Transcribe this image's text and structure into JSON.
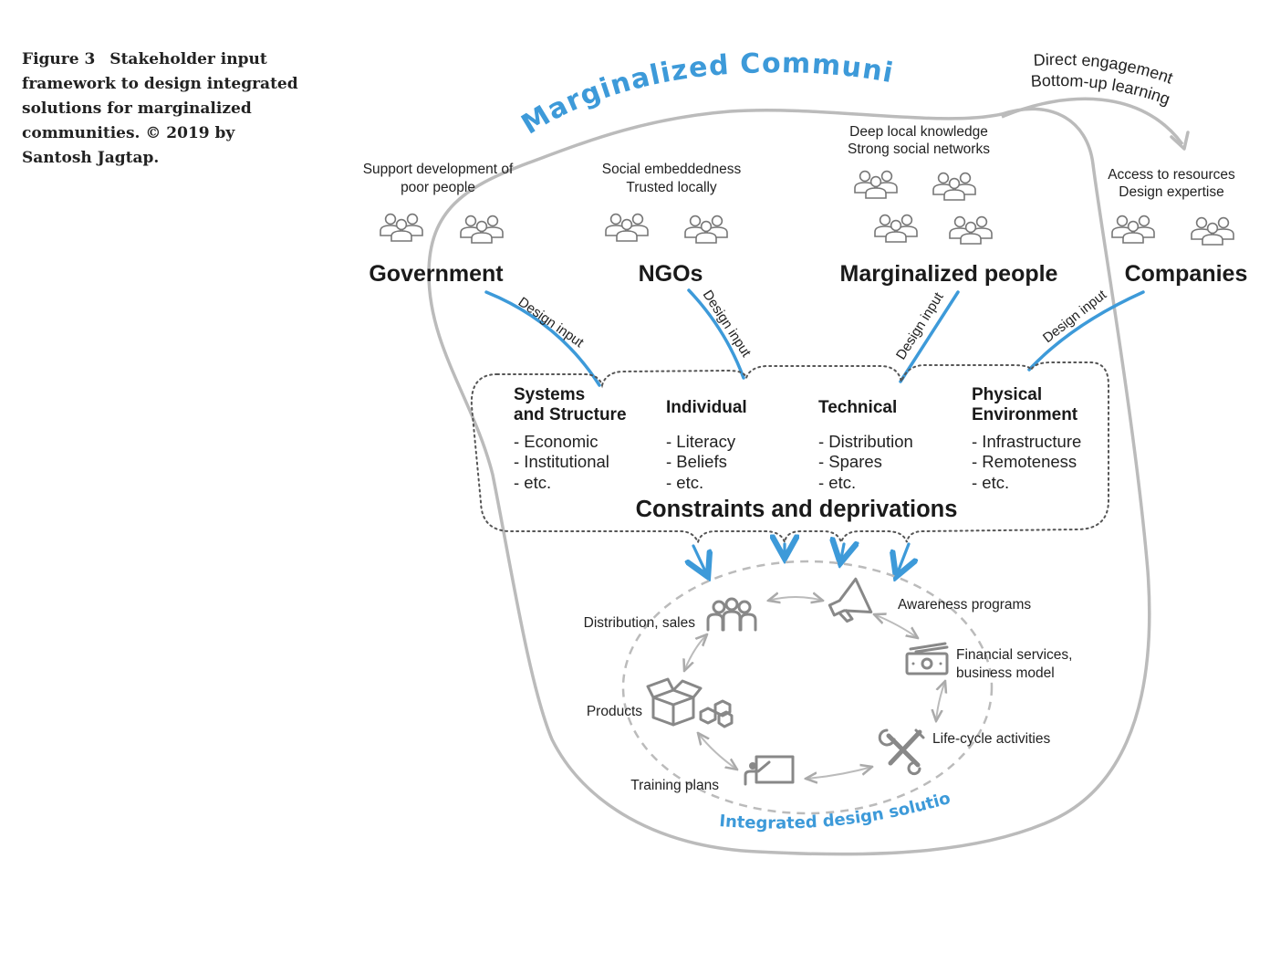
{
  "caption": {
    "label": "Figure 3",
    "text": "Stakeholder input framework to design integrated solutions for marginalized communities. © 2019 by Santosh Jagtap."
  },
  "community_label": "Marginalized Community",
  "direct_engagement": [
    "Direct engagement",
    "Bottom-up learning"
  ],
  "stakeholders": [
    {
      "name": "Government",
      "desc": [
        "Support development of",
        "poor people"
      ]
    },
    {
      "name": "NGOs",
      "desc": [
        "Social embeddedness",
        "Trusted locally"
      ]
    },
    {
      "name": "Marginalized people",
      "desc": [
        "Deep local knowledge",
        "Strong social networks"
      ]
    },
    {
      "name": "Companies",
      "desc": [
        "Access to resources",
        "Design expertise"
      ]
    }
  ],
  "design_input_label": "Design input",
  "constraints": {
    "title": "Constraints and deprivations",
    "categories": [
      {
        "heading": [
          "Systems",
          "and Structure"
        ],
        "items": [
          "- Economic",
          "- Institutional",
          "- etc."
        ]
      },
      {
        "heading": [
          "Individual"
        ],
        "items": [
          "- Literacy",
          "- Beliefs",
          "- etc."
        ]
      },
      {
        "heading": [
          "Technical"
        ],
        "items": [
          "- Distribution",
          "- Spares",
          "- etc."
        ]
      },
      {
        "heading": [
          "Physical",
          "Environment"
        ],
        "items": [
          "- Infrastructure",
          "- Remoteness",
          "- etc."
        ]
      }
    ]
  },
  "solution": {
    "label": "Integrated design solution",
    "components": [
      {
        "label": [
          "Distribution, sales"
        ],
        "icon": "people-group-icon"
      },
      {
        "label": [
          "Awareness programs"
        ],
        "icon": "megaphone-icon"
      },
      {
        "label": [
          "Financial services,",
          "business model"
        ],
        "icon": "banknote-icon"
      },
      {
        "label": [
          "Life-cycle activities"
        ],
        "icon": "tools-icon"
      },
      {
        "label": [
          "Training plans"
        ],
        "icon": "presentation-board-icon"
      },
      {
        "label": [
          "Products"
        ],
        "icon": "open-box-icon"
      }
    ]
  },
  "colors": {
    "accent": "#3d9ad9",
    "outline": "#bbbbbb",
    "icon": "#888888",
    "dotted": "#555555"
  }
}
